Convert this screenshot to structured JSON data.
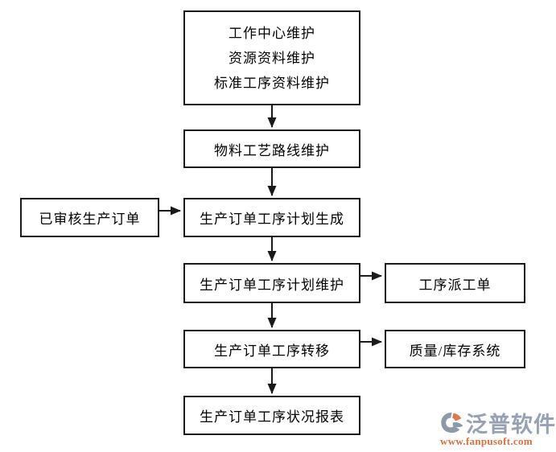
{
  "diagram": {
    "nodes": {
      "master_data": {
        "lines": [
          "工作中心维护",
          "资源资料维护",
          "标准工序资料维护"
        ]
      },
      "routing_maintenance": {
        "label": "物料工艺路线维护"
      },
      "approved_production_order": {
        "label": "已审核生产订单"
      },
      "operation_plan_generation": {
        "label": "生产订单工序计划生成"
      },
      "operation_plan_maintenance": {
        "label": "生产订单工序计划维护"
      },
      "operation_dispatch_order": {
        "label": "工序派工单"
      },
      "operation_transfer": {
        "label": "生产订单工序转移"
      },
      "quality_inventory_system": {
        "label": "质量/库存系统"
      },
      "operation_status_report": {
        "label": "生产订单工序状况报表"
      }
    },
    "line_color": "#1a1a1a",
    "background": "#ffffff"
  },
  "branding": {
    "logo_text": "泛普软件",
    "website": "www.fanpusoft.com",
    "colors": {
      "logo_text": "#96a1b3",
      "website_text": "#dc6f3f",
      "logo_slate": "#8d99ab",
      "logo_orange": "#dd7a50"
    }
  }
}
